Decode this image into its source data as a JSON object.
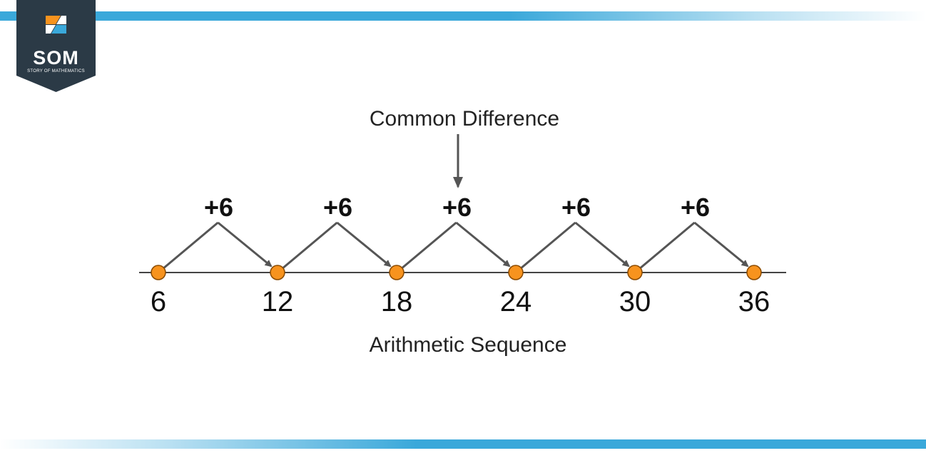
{
  "logo": {
    "main": "SOM",
    "sub": "STORY OF MATHEMATICS"
  },
  "annotation": "Common Difference",
  "caption": "Arithmetic Sequence",
  "colors": {
    "band": "#3aa8da",
    "logo_bg": "#2b3a46",
    "point": "#f7931e",
    "arrow": "#555555",
    "line": "#444444"
  },
  "sequence": {
    "terms": [
      "6",
      "12",
      "18",
      "24",
      "30",
      "36"
    ],
    "differences": [
      "+6",
      "+6",
      "+6",
      "+6",
      "+6"
    ]
  }
}
